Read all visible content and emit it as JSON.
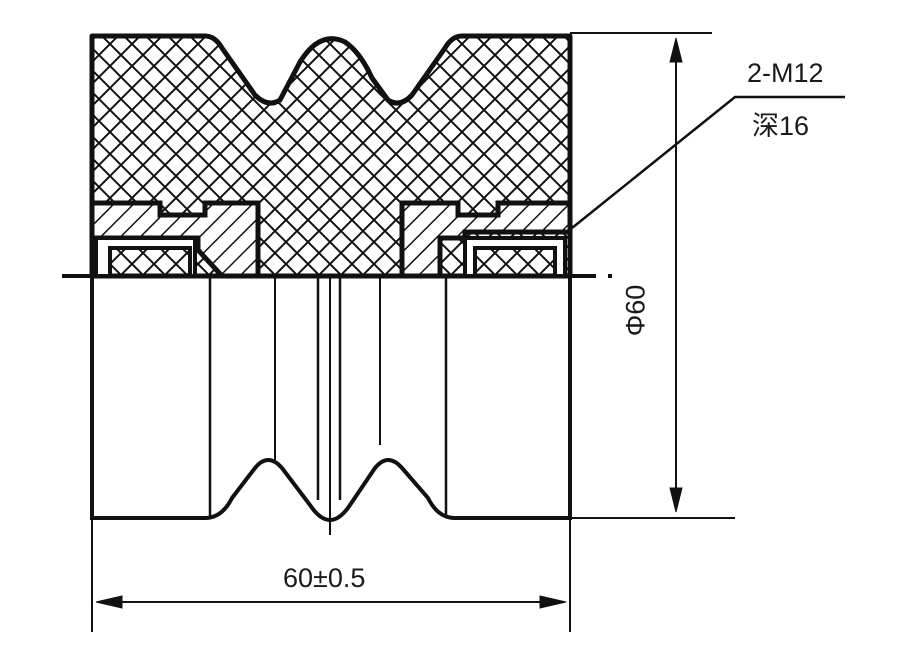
{
  "diagram": {
    "type": "engineering-drawing",
    "subject": "rubber shock absorber mount, half-section view",
    "annotations": {
      "thread_callout": "2-M12",
      "thread_depth": "深16",
      "diameter": "Φ60",
      "height_tolerance": "60±0.5"
    },
    "colors": {
      "line": "#111111",
      "background": "#ffffff"
    },
    "hatch_patterns": {
      "rubber": "crosshatch",
      "metal_insert": "diagonal-hatch"
    }
  }
}
